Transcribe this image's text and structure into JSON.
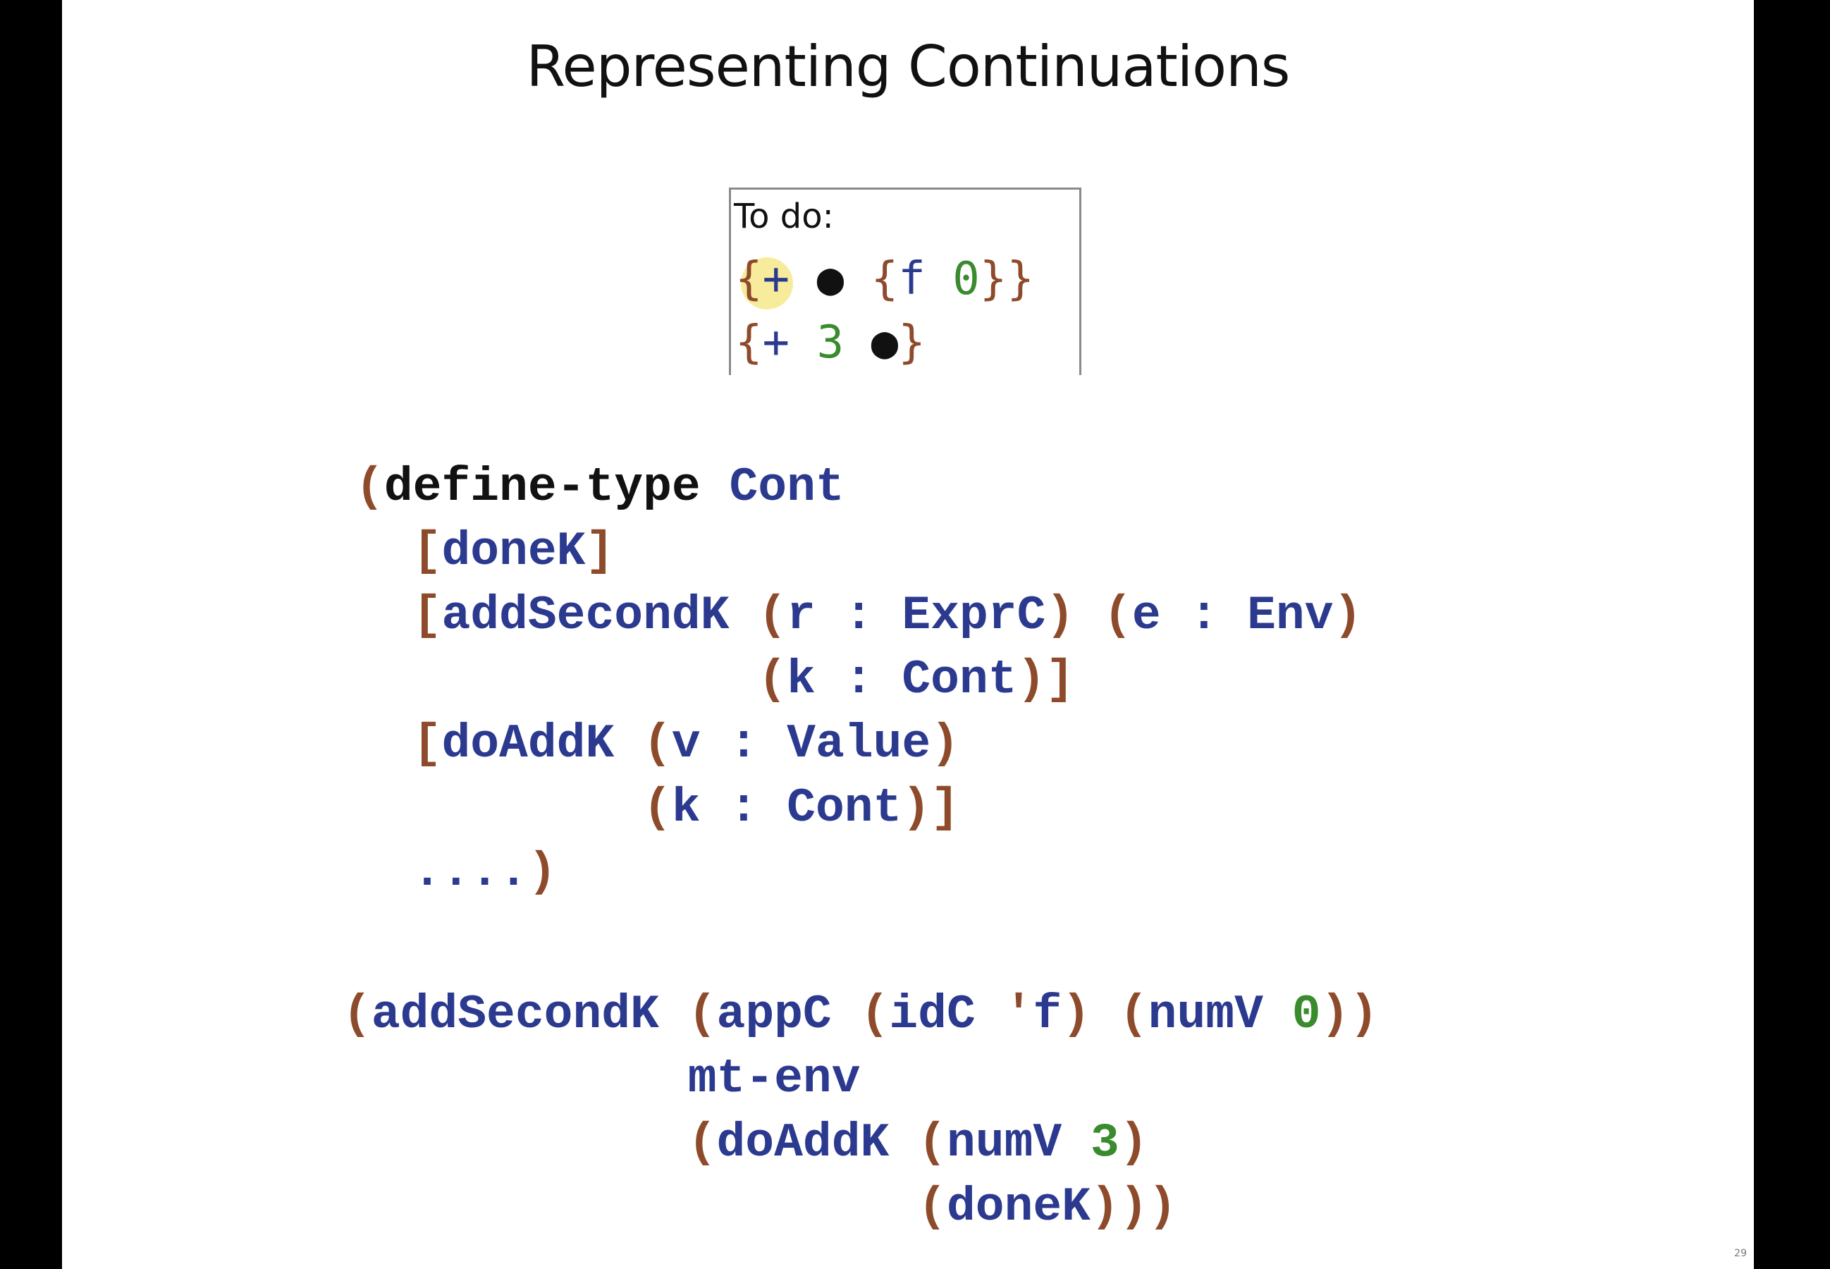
{
  "slide": {
    "title": "Representing Continuations",
    "page_number": "29"
  },
  "todo": {
    "label": "To do:",
    "line1": {
      "open": "{",
      "op": "+",
      "hole": "●",
      "inner_open": "{",
      "fn": "f",
      "arg": "0",
      "inner_close": "}",
      "close": "}"
    },
    "line2": {
      "open": "{",
      "op": "+",
      "num": "3",
      "hole": "●",
      "close": "}"
    }
  },
  "define_type": {
    "lines": [
      "(define-type Cont",
      "  [doneK]",
      "  [addSecondK (r : ExprC) (e : Env)",
      "              (k : Cont)]",
      "  [doAddK (v : Value)",
      "          (k : Cont)]",
      "  ....)"
    ]
  },
  "example": {
    "lines": [
      "(addSecondK (appC (idC 'f) (numV 0))",
      "            mt-env",
      "            (doAddK (numV 3)",
      "                    (doneK)))"
    ]
  },
  "colors": {
    "bracket": "#8e4b2b",
    "identifier": "#2b3a8f",
    "number": "#3a8a2e",
    "keyword": "#111111",
    "highlight": "#f6e98a"
  }
}
